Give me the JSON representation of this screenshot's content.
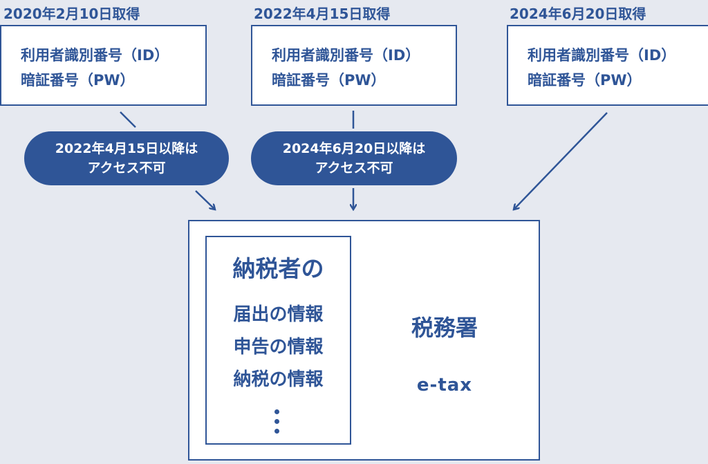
{
  "accounts": [
    {
      "acquired": "2020年2月10日取得",
      "id_label": "利用者識別番号（ID）",
      "pw_label": "暗証番号（PW）"
    },
    {
      "acquired": "2022年4月15日取得",
      "id_label": "利用者識別番号（ID）",
      "pw_label": "暗証番号（PW）"
    },
    {
      "acquired": "2024年6月20日取得",
      "id_label": "利用者識別番号（ID）",
      "pw_label": "暗証番号（PW）"
    }
  ],
  "notices": [
    {
      "line1": "2022年4月15日以降は",
      "line2": "アクセス不可"
    },
    {
      "line1": "2024年6月20日以降は",
      "line2": "アクセス不可"
    }
  ],
  "taxpayer": {
    "title": "納税者の",
    "items": [
      "届出の情報",
      "申告の情報",
      "納税の情報"
    ]
  },
  "office": {
    "name": "税務署",
    "system": "e-tax"
  },
  "colors": {
    "accent": "#2f5597",
    "background": "#e6e9f0"
  }
}
